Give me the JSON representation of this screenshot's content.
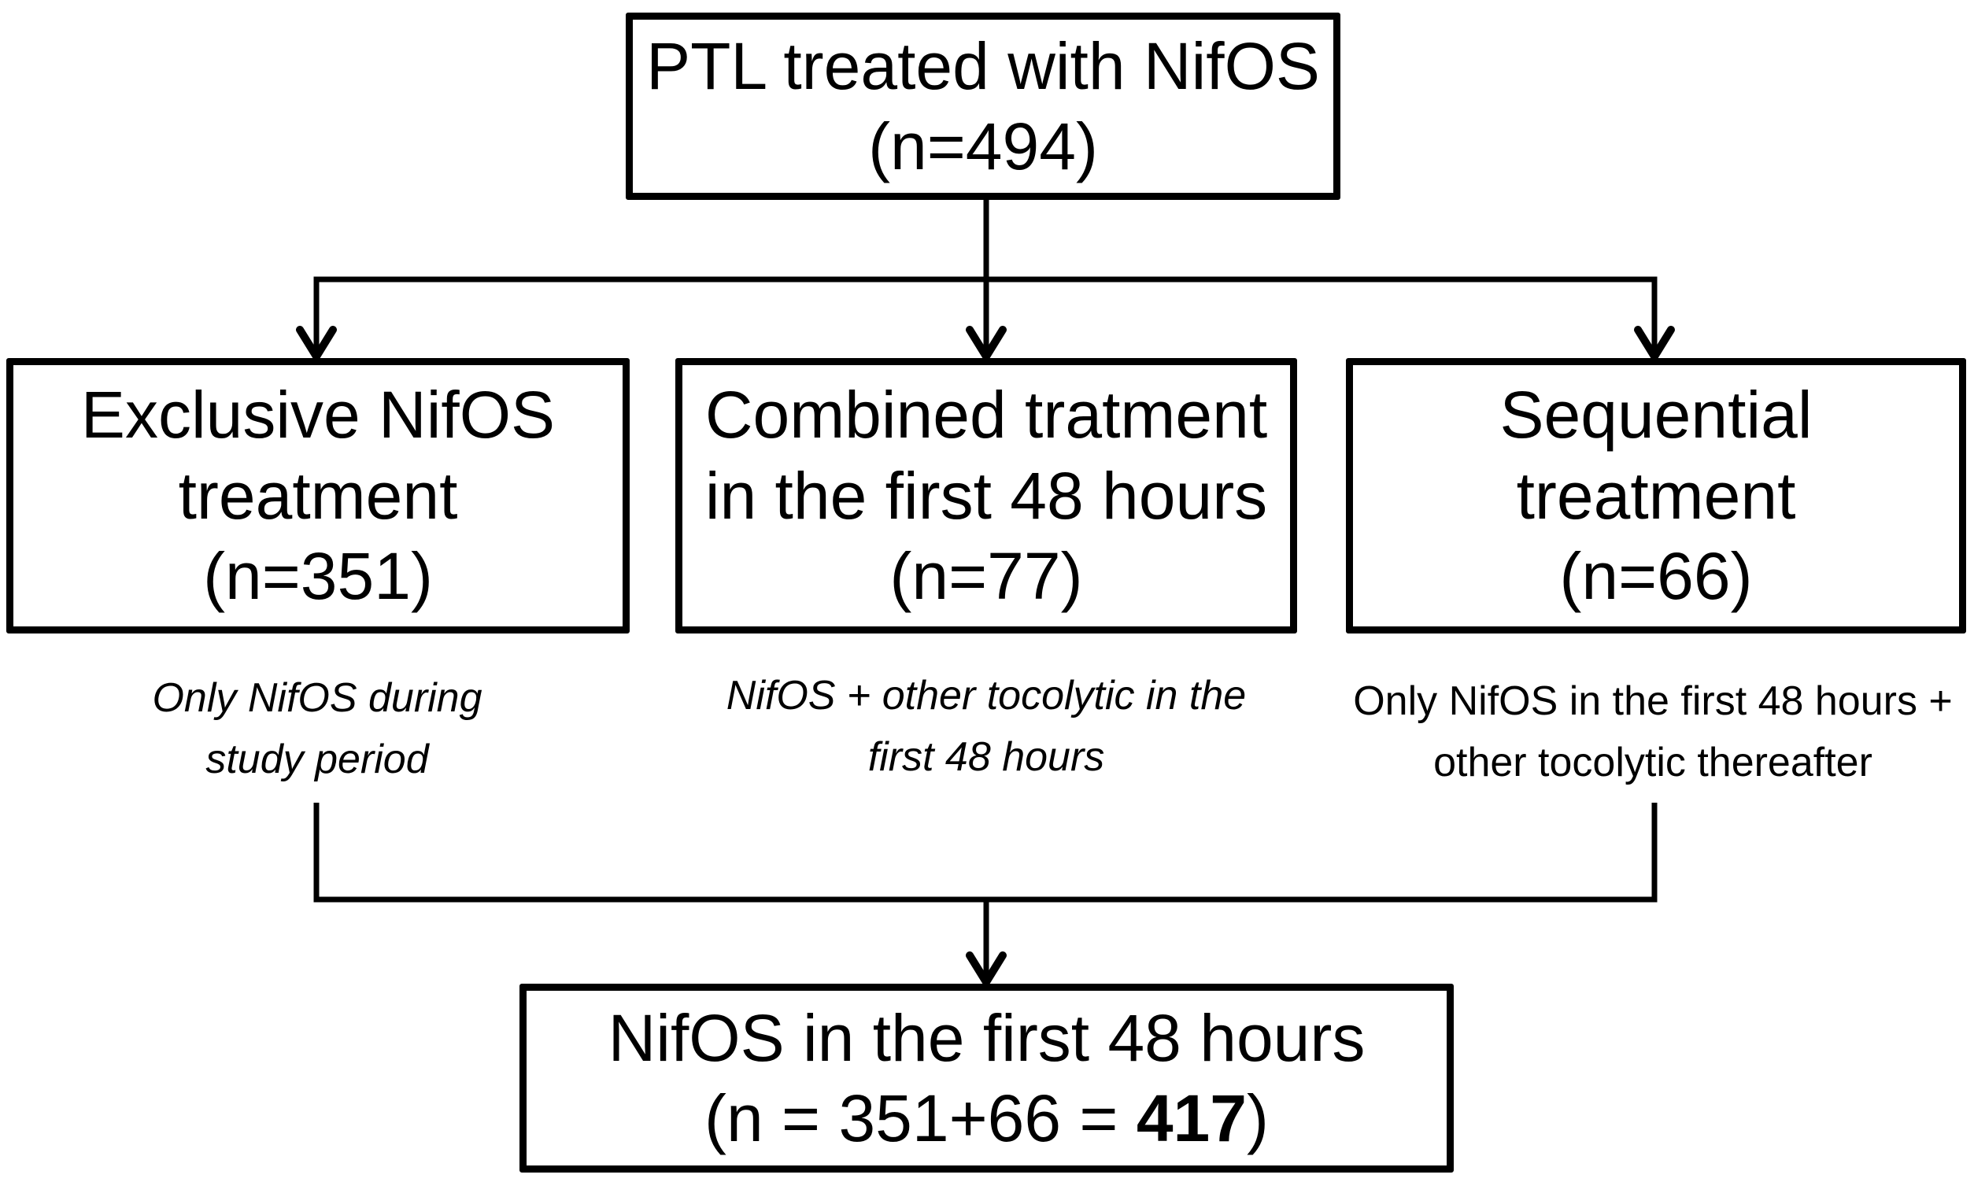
{
  "diagram": {
    "colors": {
      "ink": "#000000",
      "background": "#ffffff"
    },
    "top_box": {
      "title": "PTL treated with NifOS",
      "n": "(n=494)"
    },
    "branches": [
      {
        "title_lines": [
          "Exclusive NifOS",
          "treatment"
        ],
        "n": "(n=351)",
        "caption_lines": [
          "Only NifOS during",
          "study period"
        ],
        "caption_style": "italic"
      },
      {
        "title_lines": [
          "Combined tratment",
          "in the first 48 hours"
        ],
        "n": "(n=77)",
        "caption_lines": [
          "NifOS + other tocolytic in the",
          "first 48 hours"
        ],
        "caption_style": "italic"
      },
      {
        "title_lines": [
          "Sequential",
          "treatment"
        ],
        "n": "(n=66)",
        "caption_lines": [
          "Only NifOS in the first 48 hours +",
          "other tocolytic thereafter"
        ],
        "caption_style": "regular"
      }
    ],
    "bottom_box": {
      "title": "NifOS in the first 48 hours",
      "n_prefix": "(n = 351+66 = ",
      "n_bold": "417",
      "n_suffix": ")"
    }
  }
}
